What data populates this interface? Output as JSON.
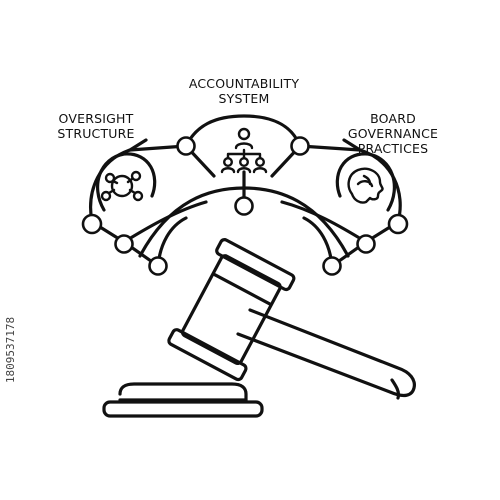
{
  "labels": {
    "accountability_line1": "ACCOUNTABILITY",
    "accountability_line2": "SYSTEM",
    "oversight_line1": "OVERSIGHT",
    "oversight_line2": "STRUCTURE",
    "board_line1": "BOARD",
    "board_line2": "GOVERNANCE",
    "board_line3": "PRACTICES"
  },
  "side_number": "1809537178",
  "colors": {
    "ink": "#111111",
    "background": "#ffffff"
  },
  "icons": [
    "gavel-icon",
    "sound-block-icon",
    "people-hierarchy-icon",
    "network-nodes-icon",
    "head-profile-icon"
  ]
}
